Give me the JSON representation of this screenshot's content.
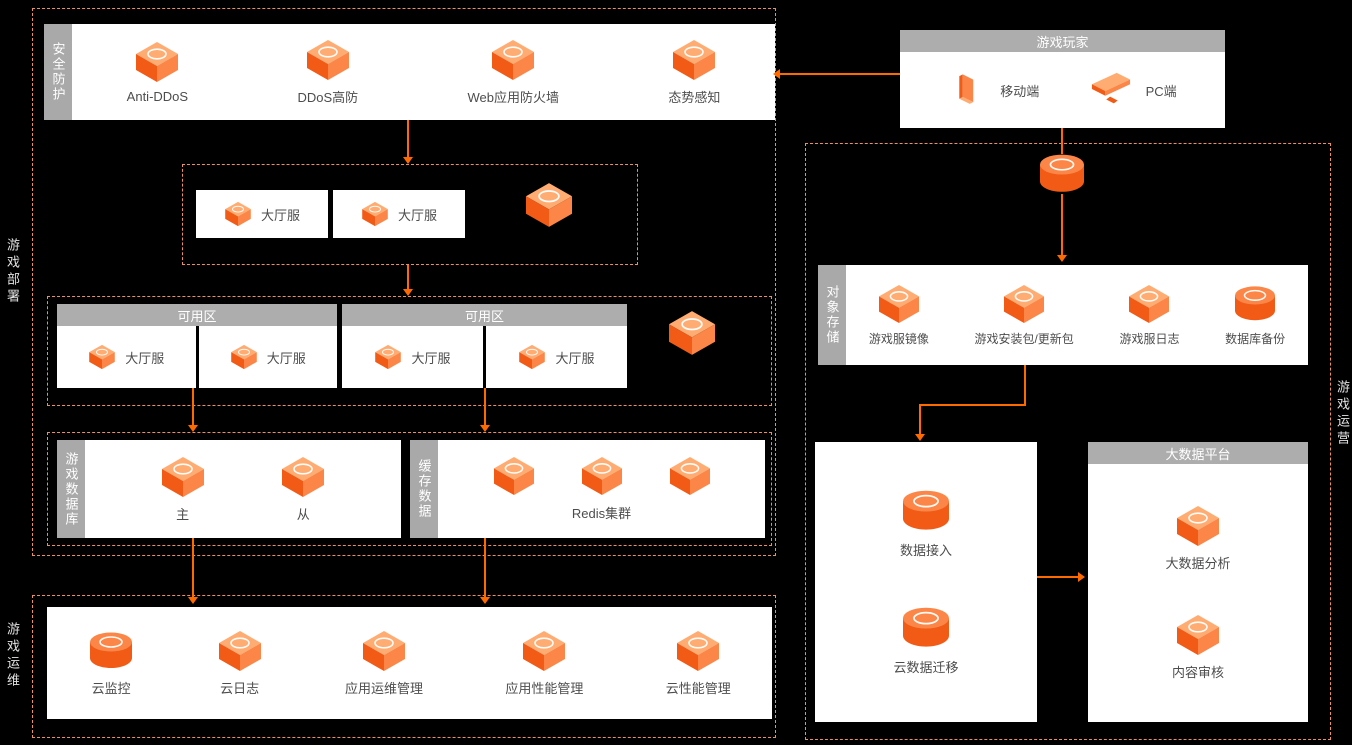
{
  "colors": {
    "accent": "#FF6A00",
    "dashed_border": "#EF8E61",
    "header_gray": "#ADADAD",
    "background": "#000000",
    "panel": "#FFFFFF"
  },
  "side_labels": {
    "deploy": "游戏部署",
    "ops": "游戏运维",
    "operation": "游戏运营"
  },
  "security": {
    "tab": "安全防护",
    "items": [
      {
        "label": "Anti-DDoS",
        "icon": "shield-icon"
      },
      {
        "label": "DDoS高防",
        "icon": "ddos-burst-icon"
      },
      {
        "label": "Web应用防火墙",
        "icon": "firewall-icon"
      },
      {
        "label": "态势感知",
        "icon": "situation-awareness-icon"
      }
    ]
  },
  "players": {
    "header": "游戏玩家",
    "items": [
      {
        "label": "移动端",
        "icon": "mobile-icon"
      },
      {
        "label": "PC端",
        "icon": "pc-icon"
      }
    ]
  },
  "lobby": {
    "items": [
      {
        "label": "大厅服"
      },
      {
        "label": "大厅服"
      }
    ]
  },
  "zones": [
    {
      "header": "可用区",
      "items": [
        {
          "label": "大厅服"
        },
        {
          "label": "大厅服"
        }
      ]
    },
    {
      "header": "可用区",
      "items": [
        {
          "label": "大厅服"
        },
        {
          "label": "大厅服"
        }
      ]
    }
  ],
  "database": {
    "tab": "游戏数据库",
    "items": [
      {
        "label": "主"
      },
      {
        "label": "从"
      }
    ]
  },
  "cache": {
    "tab": "缓存数据",
    "cluster_label": "Redis集群"
  },
  "ops": {
    "items": [
      {
        "label": "云监控"
      },
      {
        "label": "云日志"
      },
      {
        "label": "应用运维管理"
      },
      {
        "label": "应用性能管理"
      },
      {
        "label": "云性能管理"
      }
    ]
  },
  "storage": {
    "tab": "对象存储",
    "items": [
      {
        "label": "游戏服镜像"
      },
      {
        "label": "游戏安装包/更新包"
      },
      {
        "label": "游戏服日志"
      },
      {
        "label": "数据库备份"
      }
    ]
  },
  "pipeline": {
    "items": [
      {
        "label": "数据接入"
      },
      {
        "label": "云数据迁移"
      }
    ]
  },
  "bigdata": {
    "header": "大数据平台",
    "items": [
      {
        "label": "大数据分析"
      },
      {
        "label": "内容审核"
      }
    ]
  }
}
